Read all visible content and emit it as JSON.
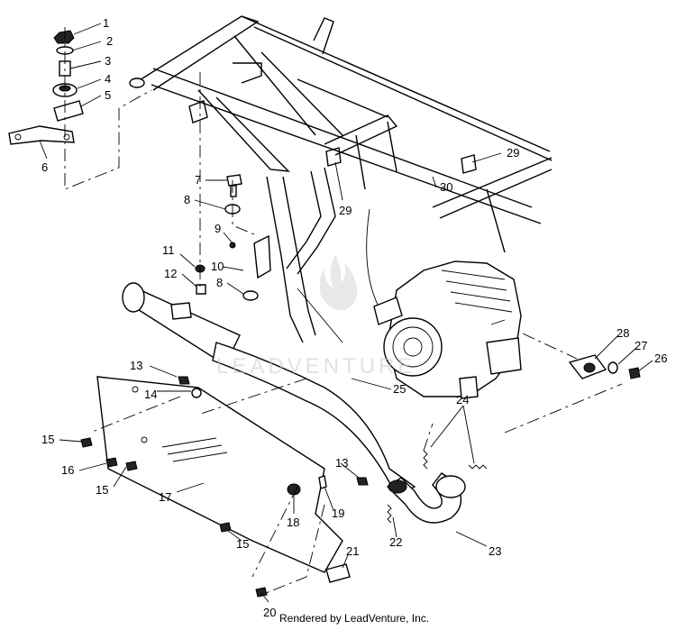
{
  "callouts": {
    "c1": "1",
    "c2": "2",
    "c3": "3",
    "c4": "4",
    "c5": "5",
    "c6": "6",
    "c7": "7",
    "c8a": "8",
    "c8b": "8",
    "c9": "9",
    "c10": "10",
    "c11": "11",
    "c12": "12",
    "c13a": "13",
    "c13b": "13",
    "c14": "14",
    "c15a": "15",
    "c15b": "15",
    "c15c": "15",
    "c16": "16",
    "c17": "17",
    "c18": "18",
    "c19": "19",
    "c20": "20",
    "c21": "21",
    "c22": "22",
    "c23": "23",
    "c24": "24",
    "c25": "25",
    "c26": "26",
    "c27": "27",
    "c28": "28",
    "c29a": "29",
    "c29b": "29",
    "c30": "30"
  },
  "watermark": "LEADVENTURE",
  "credit": "Rendered by LeadVenture, Inc."
}
